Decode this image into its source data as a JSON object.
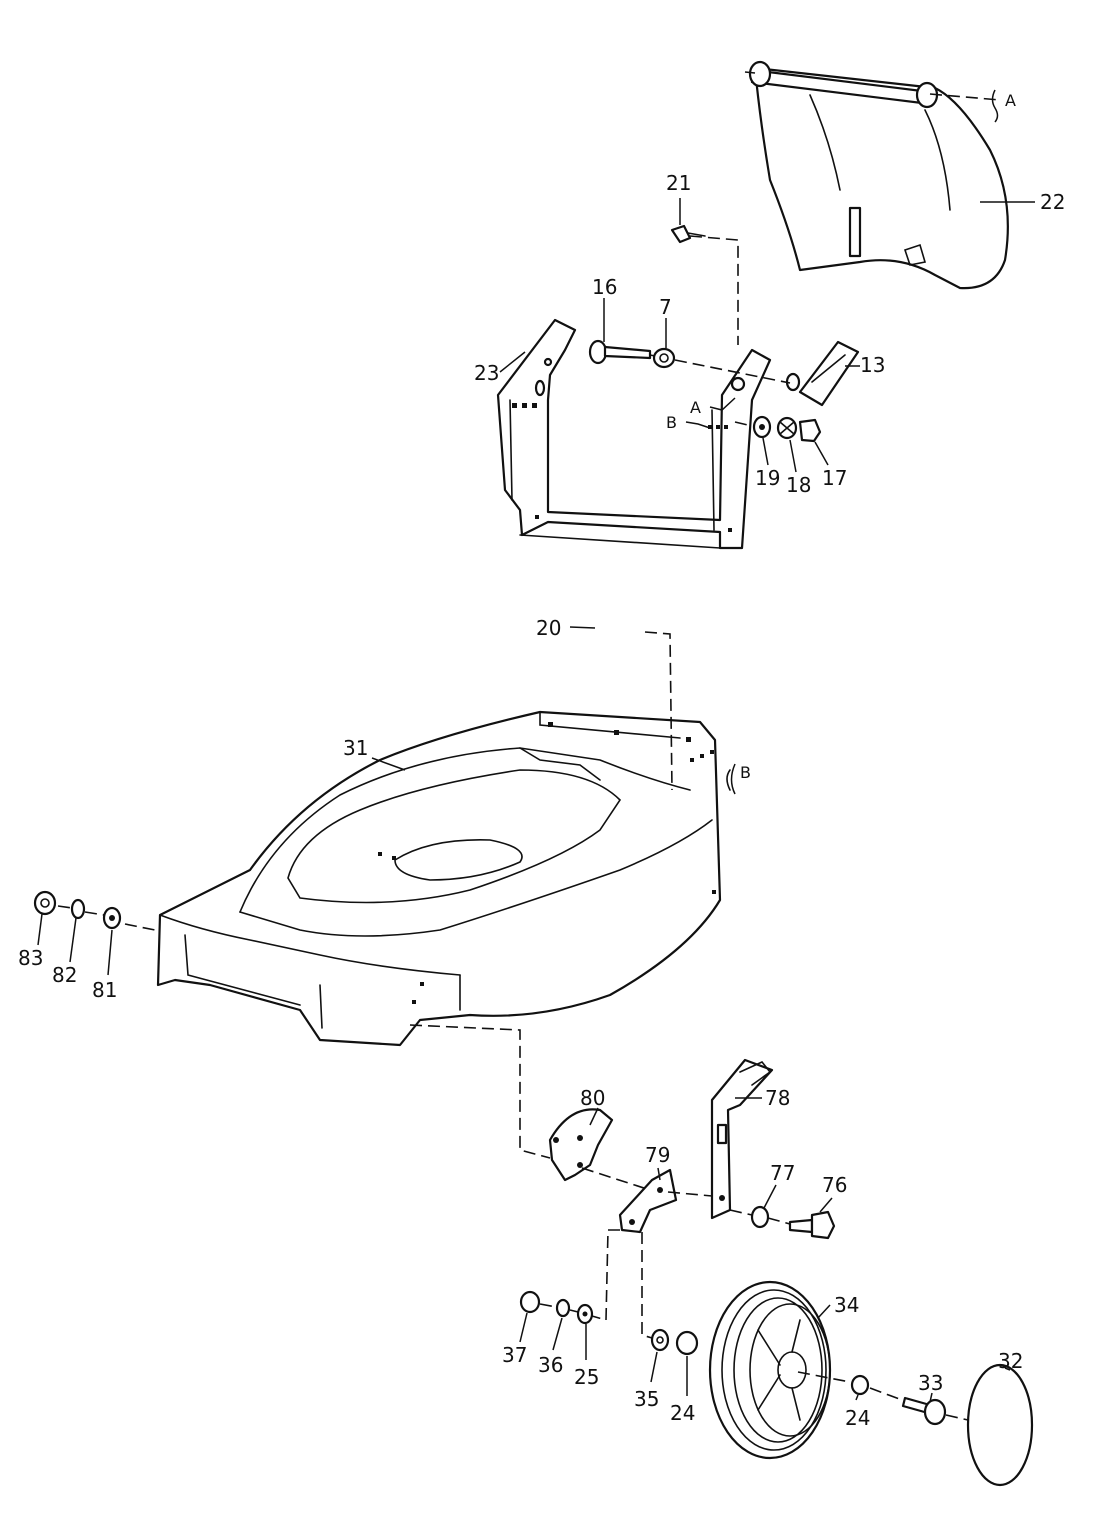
{
  "labels": {
    "p21": "21",
    "p22": "22",
    "pA_top": "A",
    "p16": "16",
    "p7": "7",
    "p13": "13",
    "p23": "23",
    "pA_side": "A",
    "pB_side": "B",
    "p19": "19",
    "p18": "18",
    "p17": "17",
    "p20": "20",
    "p31": "31",
    "pB_deck": "B",
    "p83": "83",
    "p82": "82",
    "p81": "81",
    "p80": "80",
    "p78": "78",
    "p79": "79",
    "p77": "77",
    "p76": "76",
    "p37": "37",
    "p36": "36",
    "p25": "25",
    "p35": "35",
    "p24a": "24",
    "p34": "34",
    "p24b": "24",
    "p33": "33",
    "p32": "32"
  }
}
